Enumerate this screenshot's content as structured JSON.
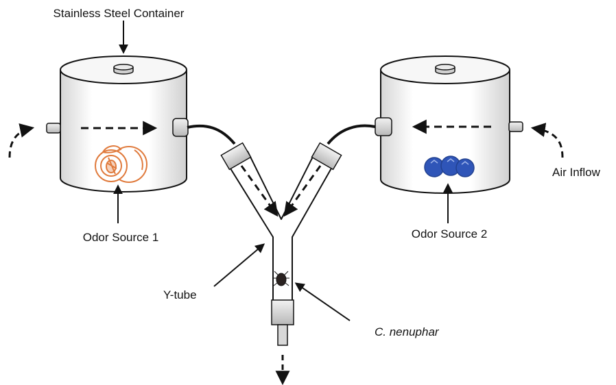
{
  "labels": {
    "container": "Stainless Steel Container",
    "air_inflow": "Air Inflow",
    "odor_source_1": "Odor Source 1",
    "odor_source_2": "Odor Source 2",
    "y_tube": "Y-tube",
    "insect": "C. nenuphar"
  },
  "colors": {
    "peach": "#e07a3c",
    "blueberry": "#2f55b8",
    "line": "#111111",
    "container_shade": "#d9d9d9",
    "connector": "#cfcfcf"
  },
  "icons": {
    "odor_source_1": "peach-icon",
    "odor_source_2": "blueberry-icon",
    "insect": "weevil-icon"
  }
}
